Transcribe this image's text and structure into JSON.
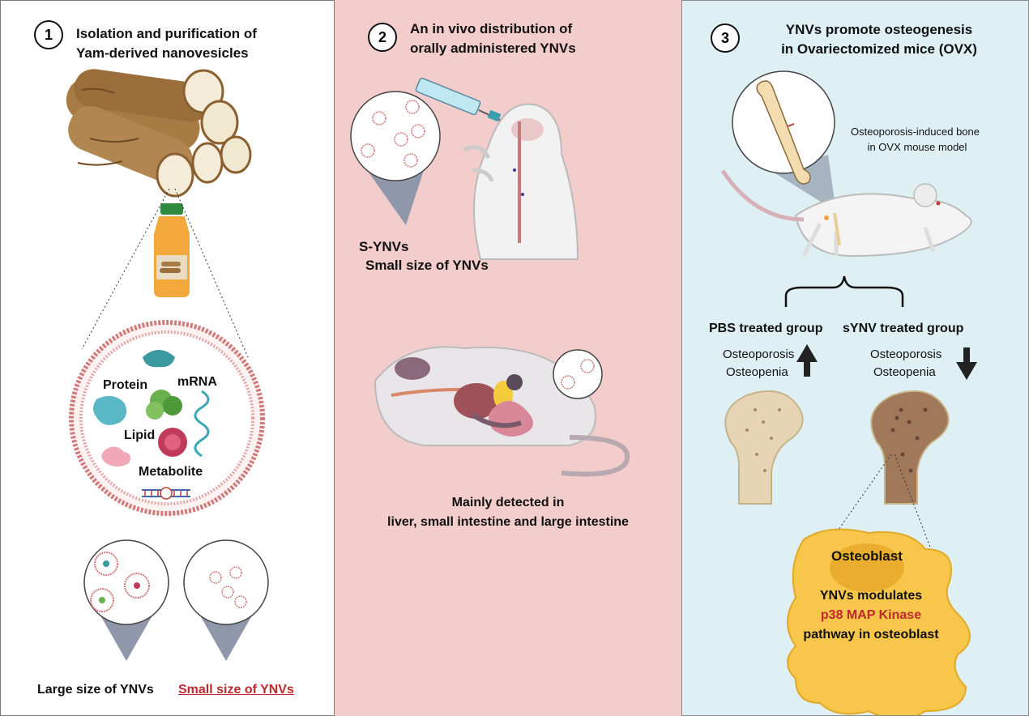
{
  "panel1": {
    "number": "1",
    "title_line1": "Isolation and purification of",
    "title_line2": "Yam-derived nanovesicles",
    "labels": {
      "protein": "Protein",
      "mrna": "mRNA",
      "lipid": "Lipid",
      "metabolite": "Metabolite"
    },
    "large_size": "Large size of YNVs",
    "small_size": "Small size of YNVs"
  },
  "panel2": {
    "number": "2",
    "title_line1": "An in vivo distribution of",
    "title_line2": "orally administered YNVs",
    "s_ynvs": "S-YNVs",
    "s_ynvs_desc": "Small size of YNVs",
    "detected_line1": "Mainly detected in",
    "detected_line2": "liver, small intestine and large intestine"
  },
  "panel3": {
    "number": "3",
    "title_line1": "YNVs promote osteogenesis",
    "title_line2": "in Ovariectomized mice (OVX)",
    "bone_caption_line1": "Osteoporosis-induced bone",
    "bone_caption_line2": "in OVX mouse model",
    "pbs_group": "PBS treated group",
    "synv_group": "sYNV treated group",
    "pbs_cond1": "Osteoporosis",
    "pbs_cond2": "Osteopenia",
    "synv_cond1": "Osteoporosis",
    "synv_cond2": "Osteopenia",
    "osteoblast": "Osteoblast",
    "modulates_line1": "YNVs modulates",
    "modulates_line2": "p38 MAP Kinase",
    "modulates_line3": "pathway in osteoblast"
  },
  "colors": {
    "panel2_bg": "#f3cccc",
    "panel3_bg": "#def0f3",
    "highlight_red": "#c0282d",
    "osteoblast_fill": "#f7c64a"
  }
}
